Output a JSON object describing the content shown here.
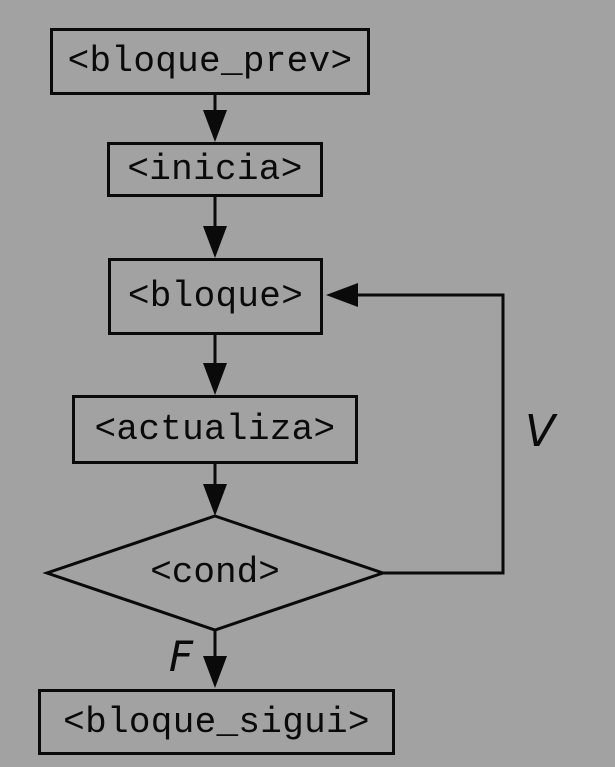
{
  "diagram": {
    "type": "flowchart",
    "background_color": "#a2a2a2",
    "stroke_color": "#0a0a0a",
    "nodes": [
      {
        "id": "bloque_prev",
        "label": "<bloque_prev>",
        "shape": "rect"
      },
      {
        "id": "inicia",
        "label": "<inicia>",
        "shape": "rect"
      },
      {
        "id": "bloque",
        "label": "<bloque>",
        "shape": "rect"
      },
      {
        "id": "actualiza",
        "label": "<actualiza>",
        "shape": "rect"
      },
      {
        "id": "cond",
        "label": "<cond>",
        "shape": "diamond"
      },
      {
        "id": "bloque_sigui",
        "label": "<bloque_sigui>",
        "shape": "rect"
      }
    ],
    "edges": [
      {
        "from": "bloque_prev",
        "to": "inicia"
      },
      {
        "from": "inicia",
        "to": "bloque"
      },
      {
        "from": "bloque",
        "to": "actualiza"
      },
      {
        "from": "actualiza",
        "to": "cond"
      },
      {
        "from": "cond",
        "to": "bloque",
        "label": "V"
      },
      {
        "from": "cond",
        "to": "bloque_sigui",
        "label": "F"
      }
    ],
    "edge_labels": {
      "true_branch": "V",
      "false_branch": "F"
    }
  }
}
